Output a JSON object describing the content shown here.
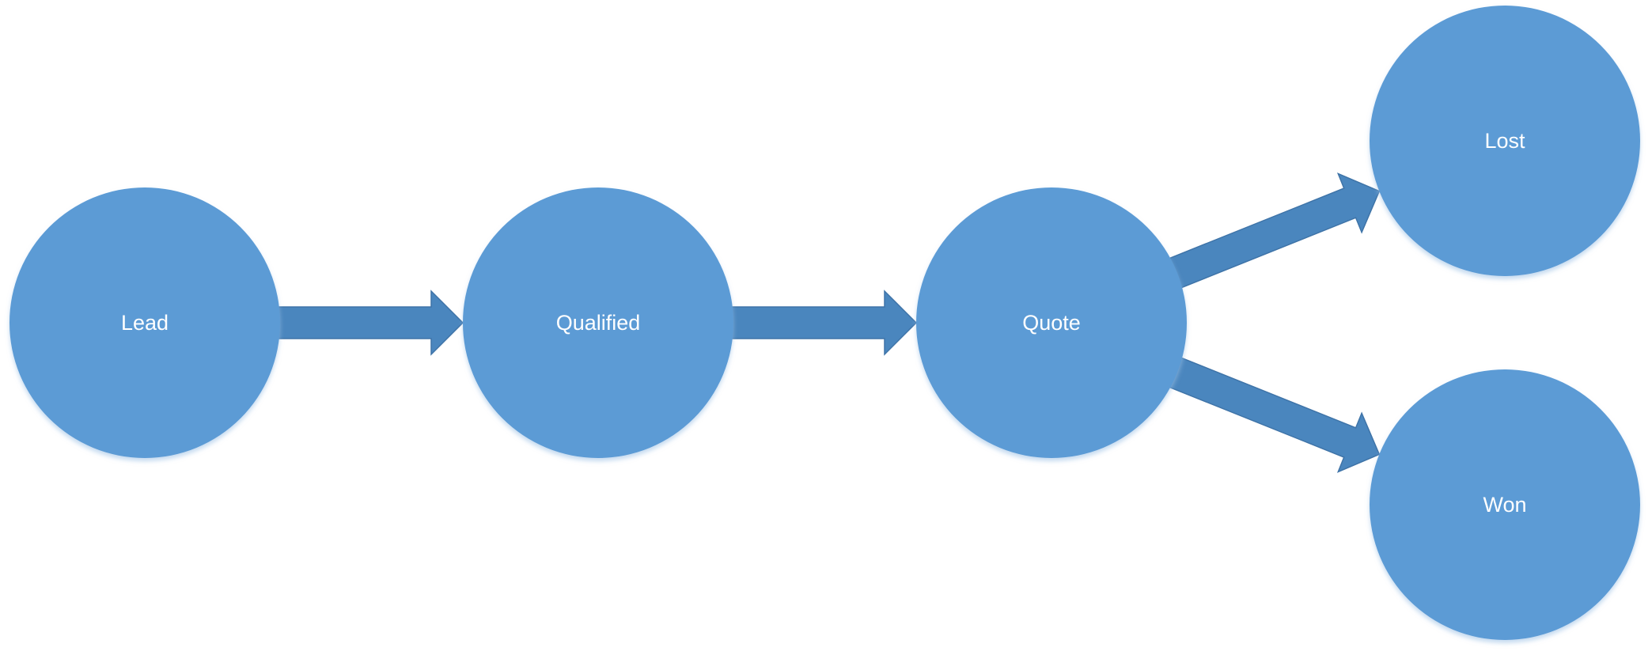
{
  "diagram": {
    "colors": {
      "node_fill": "#5B9BD5",
      "node_shadow": "#C9DDF0",
      "arrow_fill": "#4A86BE",
      "arrow_stroke": "#3F74A8",
      "label_color": "#FFFFFF",
      "background": "#FFFFFF"
    },
    "nodes": [
      {
        "id": "lead",
        "label": "Lead"
      },
      {
        "id": "qualified",
        "label": "Qualified"
      },
      {
        "id": "quote",
        "label": "Quote"
      },
      {
        "id": "lost",
        "label": "Lost"
      },
      {
        "id": "won",
        "label": "Won"
      }
    ],
    "edges": [
      {
        "from": "lead",
        "to": "qualified"
      },
      {
        "from": "qualified",
        "to": "quote"
      },
      {
        "from": "quote",
        "to": "lost"
      },
      {
        "from": "quote",
        "to": "won"
      }
    ]
  }
}
